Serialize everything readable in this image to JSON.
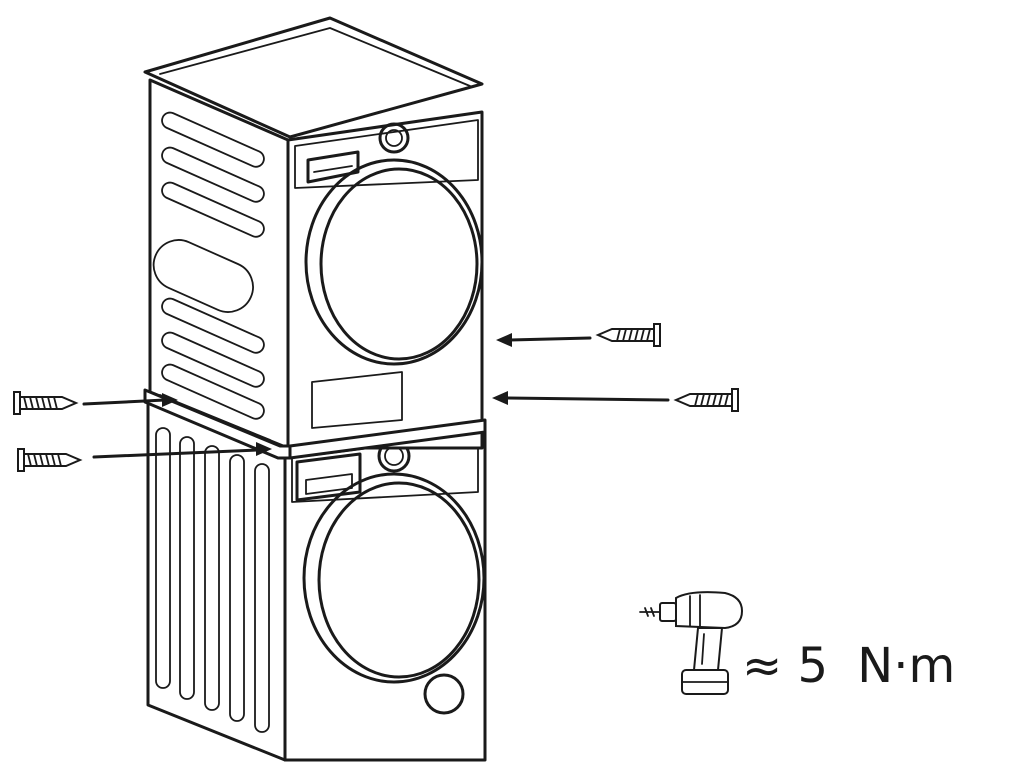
{
  "torque": {
    "symbol": "≈",
    "value": "5",
    "unit": "N·m"
  },
  "icons": [
    "washing-machine",
    "dryer",
    "screw",
    "arrow",
    "power-drill"
  ],
  "colors": {
    "line": "#1a1a1a",
    "background": "#ffffff"
  }
}
